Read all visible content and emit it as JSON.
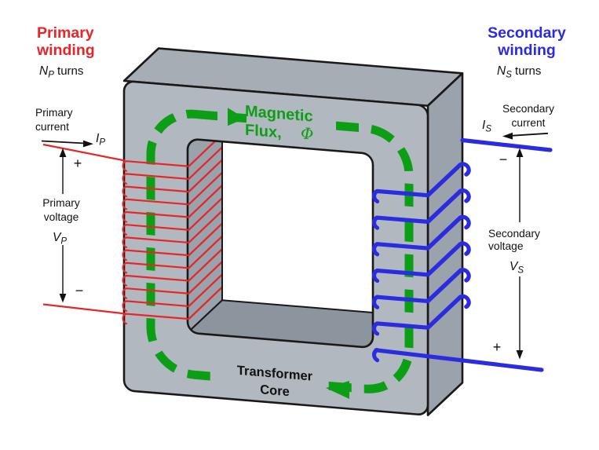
{
  "colors": {
    "red": "#e62629",
    "blue": "#2b2bdf",
    "green": "#0c9f16",
    "core_front": "#b2b8bf",
    "core_top": "#a6adb5",
    "core_side": "#9aa2ab",
    "core_inner_left": "#9aa2ab",
    "core_inner_bottom": "#8c949e",
    "outline": "#191919"
  },
  "primary": {
    "title_line1": "Primary",
    "title_line2": "winding",
    "turns_symbol": "N",
    "turns_sub": "P",
    "turns_suffix": " turns",
    "current_line1": "Primary",
    "current_line2": "current",
    "current_symbol": "I",
    "current_sub": "P",
    "plus": "+",
    "minus": "−",
    "voltage_line1": "Primary",
    "voltage_line2": "voltage",
    "voltage_symbol": "V",
    "voltage_sub": "P"
  },
  "secondary": {
    "title_line1": "Secondary",
    "title_line2": "winding",
    "turns_symbol": "N",
    "turns_sub": "S",
    "turns_suffix": " turns",
    "current_line1": "Secondary",
    "current_line2": "current",
    "current_symbol": "I",
    "current_sub": "S",
    "minus": "−",
    "plus": "+",
    "voltage_line1": "Secondary",
    "voltage_line2": "voltage",
    "voltage_symbol": "V",
    "voltage_sub": "S"
  },
  "flux": {
    "line1": "Magnetic",
    "line2": "Flux,",
    "symbol": "Φ"
  },
  "core_label": {
    "line1": "Transformer",
    "line2": "Core"
  }
}
